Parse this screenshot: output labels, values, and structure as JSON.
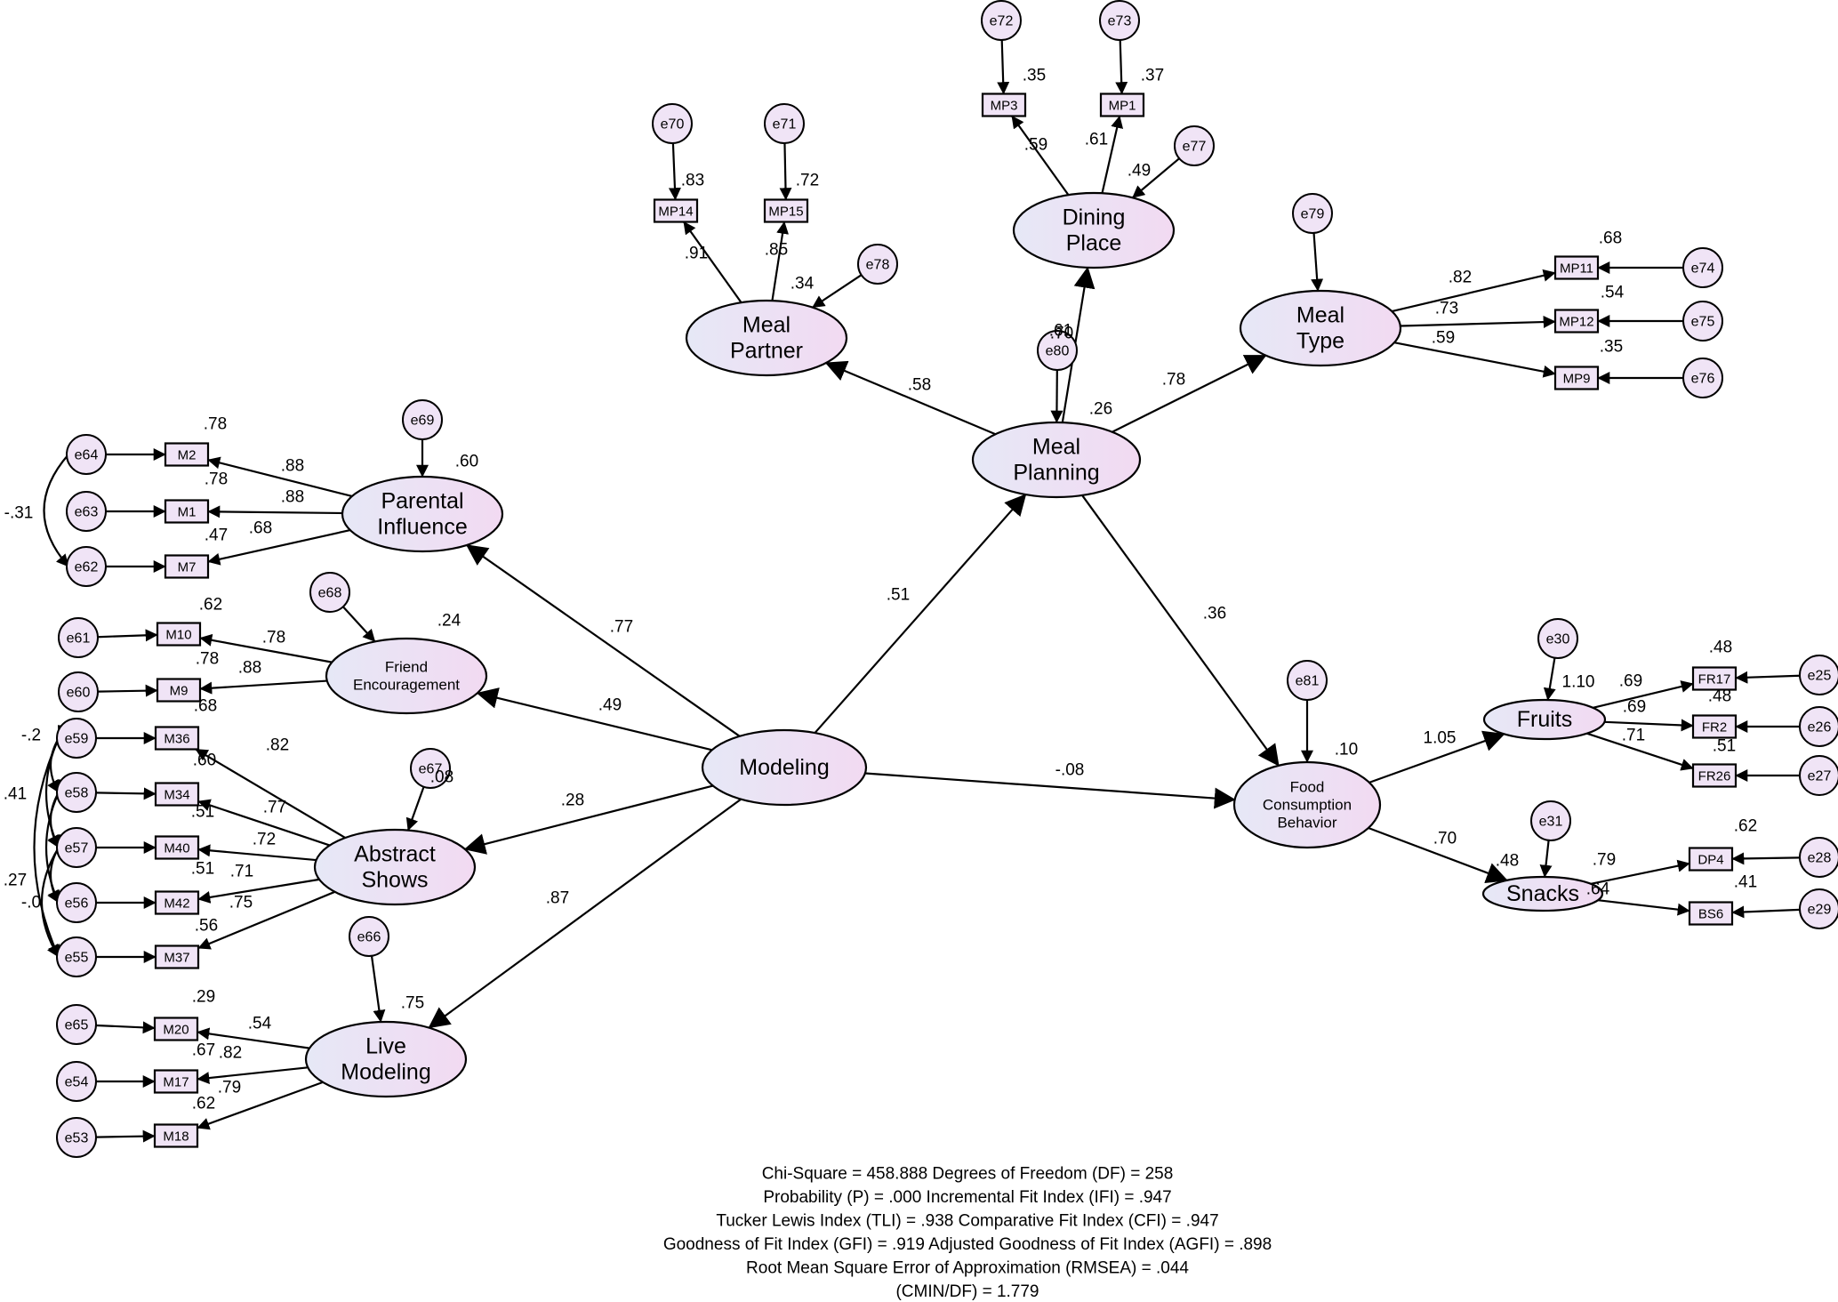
{
  "latents": [
    {
      "id": "modeling",
      "lines": [
        "Modeling"
      ],
      "small": false
    },
    {
      "id": "meal_planning",
      "lines": [
        "Meal",
        "Planning"
      ],
      "small": false
    },
    {
      "id": "meal_partner",
      "lines": [
        "Meal",
        "Partner"
      ],
      "small": false
    },
    {
      "id": "dining_place",
      "lines": [
        "Dining",
        "Place"
      ],
      "small": false
    },
    {
      "id": "meal_type",
      "lines": [
        "Meal",
        "Type"
      ],
      "small": false
    },
    {
      "id": "parental",
      "lines": [
        "Parental",
        "Influence"
      ],
      "small": false
    },
    {
      "id": "friend",
      "lines": [
        "Friend",
        "Encouragement"
      ],
      "small": true
    },
    {
      "id": "abstract",
      "lines": [
        "Abstract",
        "Shows"
      ],
      "small": false
    },
    {
      "id": "live",
      "lines": [
        "Live",
        "Modeling"
      ],
      "small": false
    },
    {
      "id": "food",
      "lines": [
        "Food",
        "Consumption",
        "Behavior"
      ],
      "small": true
    },
    {
      "id": "fruits",
      "lines": [
        "Fruits"
      ],
      "small": false
    },
    {
      "id": "snacks",
      "lines": [
        "Snacks"
      ],
      "small": false
    }
  ],
  "observed": [
    "MP14",
    "MP15",
    "MP3",
    "MP1",
    "MP11",
    "MP12",
    "MP9",
    "M2",
    "M1",
    "M7",
    "M10",
    "M9",
    "M36",
    "M34",
    "M40",
    "M42",
    "M37",
    "M20",
    "M17",
    "M18",
    "FR17",
    "FR2",
    "FR26",
    "DP4",
    "BS6"
  ],
  "errors": [
    "e70",
    "e71",
    "e72",
    "e73",
    "e77",
    "e78",
    "e79",
    "e80",
    "e74",
    "e75",
    "e76",
    "e69",
    "e64",
    "e63",
    "e62",
    "e68",
    "e61",
    "e60",
    "e67",
    "e59",
    "e58",
    "e57",
    "e56",
    "e55",
    "e66",
    "e65",
    "e54",
    "e53",
    "e81",
    "e30",
    "e31",
    "e25",
    "e26",
    "e27",
    "e28",
    "e29"
  ],
  "coefficients": [
    ".83",
    ".91",
    ".72",
    ".85",
    ".34",
    ".35",
    ".59",
    ".37",
    ".61",
    ".49",
    ".61",
    ".82",
    ".73",
    ".59",
    ".68",
    ".54",
    ".35",
    ".70",
    ".26",
    ".58",
    ".78",
    ".60",
    ".78",
    ".88",
    ".78",
    ".88",
    ".47",
    ".68",
    "-.31",
    ".24",
    ".62",
    ".78",
    ".78",
    ".88",
    ".08",
    ".68",
    ".82",
    ".60",
    ".77",
    ".51",
    ".72",
    ".51",
    ".71",
    ".75",
    ".56",
    "-.2",
    ".41",
    ".27",
    "-.0",
    ".75",
    ".29",
    ".54",
    ".67",
    ".82",
    ".62",
    ".79",
    ".77",
    ".49",
    ".28",
    ".87",
    ".51",
    ".36",
    "-.08",
    ".10",
    "1.05",
    ".70",
    "1.10",
    ".69",
    ".69",
    ".71",
    ".48",
    ".48",
    ".51",
    ".48",
    ".79",
    ".64",
    ".62",
    ".41"
  ],
  "fit_indices": [
    "Chi-Square = 458.888 Degrees of Freedom (DF) = 258",
    "Probability (P) = .000 Incremental Fit Index (IFI) = .947",
    "Tucker Lewis Index (TLI) = .938 Comparative Fit Index (CFI) = .947",
    "Goodness of Fit Index (GFI) = .919 Adjusted Goodness of Fit Index (AGFI) = .898",
    "Root Mean Square Error of Approximation (RMSEA) = .044",
    "(CMIN/DF) = 1.779"
  ],
  "colors": {
    "node_fill": "#f0e4f6",
    "gradient_start": "#e6e8f6",
    "gradient_end": "#f2daf2",
    "line": "#000000"
  }
}
